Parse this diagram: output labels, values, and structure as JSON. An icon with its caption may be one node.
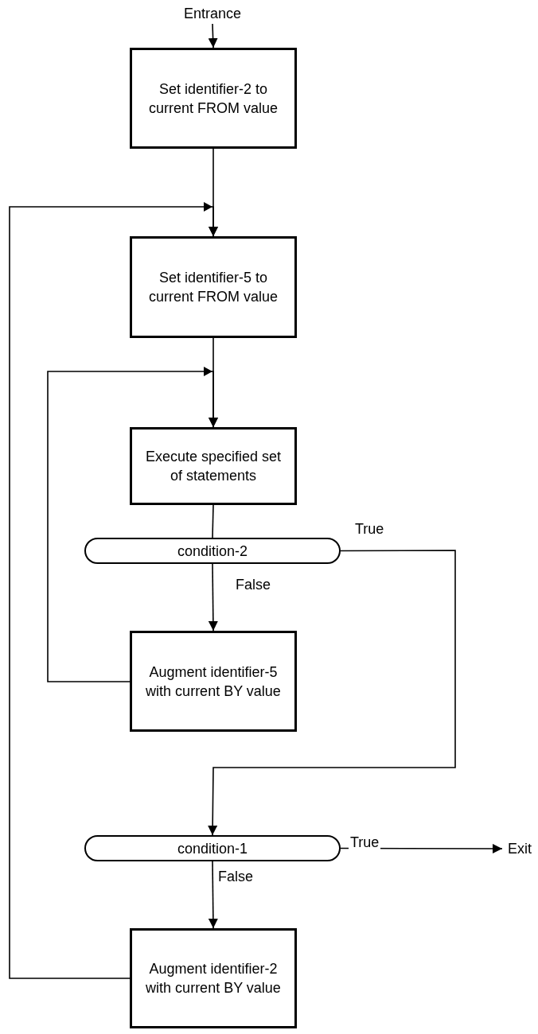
{
  "diagram": {
    "nodes": [
      {
        "text": [
          "Entrance"
        ]
      },
      {
        "text": [
          "Set identifier-2 to current FROM value"
        ]
      },
      {
        "text": [
          "Set identifier-5 to current FROM value"
        ]
      },
      {
        "text": [
          "Execute specified set of statements"
        ]
      },
      {
        "text": [
          "condition-2"
        ]
      },
      {
        "text": [
          "Augment identifier-5 with current BY value"
        ]
      },
      {
        "text": [
          "condition-1"
        ]
      },
      {
        "text": [
          "Exit"
        ]
      },
      {
        "text": [
          "Augment identifier-2 with current BY value"
        ]
      }
    ],
    "edges": [
      {
        "from": 0,
        "to": 1,
        "arrow": "to"
      },
      {
        "from": 1,
        "to": 2,
        "arrow": "to"
      },
      {
        "from": 8,
        "to": 2,
        "arrow": "to"
      },
      {
        "from": 2,
        "to": 3,
        "arrow": "to"
      },
      {
        "from": 5,
        "to": 3,
        "arrow": "to"
      },
      {
        "from": 3,
        "to": 4,
        "arrow": "none"
      },
      {
        "from": 4,
        "to": 5,
        "arrow": "to",
        "label": "False"
      },
      {
        "from": 4,
        "to": 6,
        "arrow": "to",
        "label": "True"
      },
      {
        "from": 6,
        "to": 7,
        "arrow": "to",
        "label": "True"
      },
      {
        "from": 6,
        "to": 8,
        "arrow": "to",
        "label": "False"
      }
    ]
  }
}
